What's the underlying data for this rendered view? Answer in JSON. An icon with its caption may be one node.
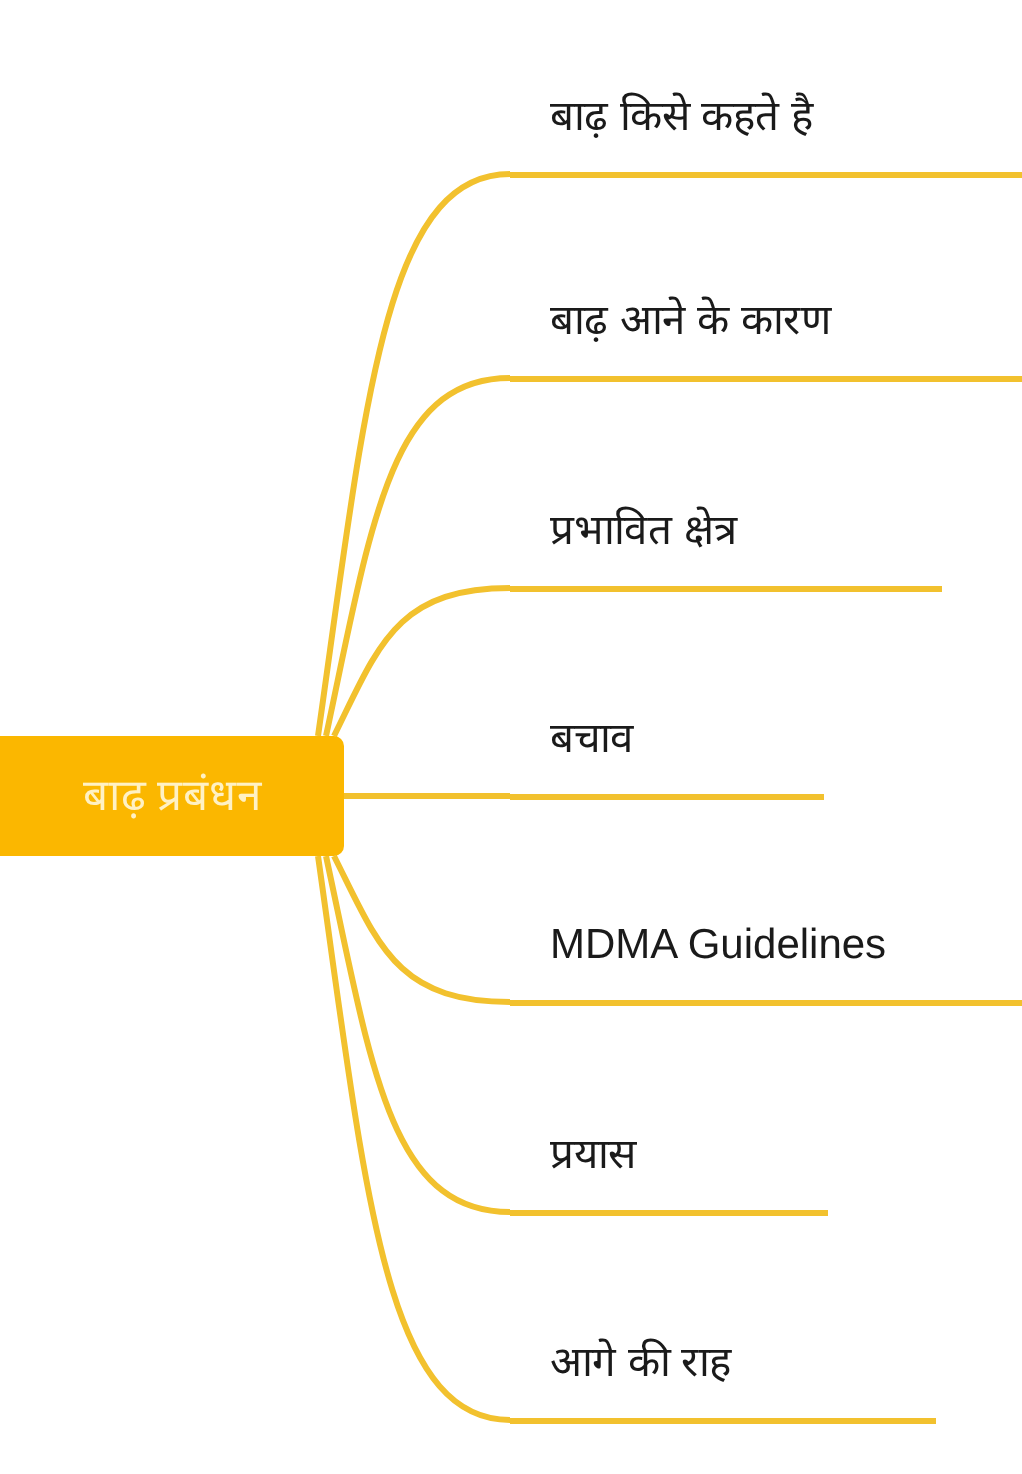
{
  "diagram": {
    "nodes": [
      {
        "text": [
          "बाढ़ प्रबंधन"
        ]
      },
      {
        "text": [
          "बाढ़ किसे कहते है"
        ]
      },
      {
        "text": [
          "बाढ़ आने के कारण"
        ]
      },
      {
        "text": [
          "प्रभावित क्षेत्र"
        ]
      },
      {
        "text": [
          "बचाव"
        ]
      },
      {
        "text": [
          "MDMA Guidelines"
        ]
      },
      {
        "text": [
          "प्रयास"
        ]
      },
      {
        "text": [
          "आगे की राह"
        ]
      }
    ],
    "edges": [
      {
        "from": 0,
        "to": 1,
        "arrow": "none"
      },
      {
        "from": 0,
        "to": 2,
        "arrow": "none"
      },
      {
        "from": 0,
        "to": 3,
        "arrow": "none"
      },
      {
        "from": 0,
        "to": 4,
        "arrow": "none"
      },
      {
        "from": 0,
        "to": 5,
        "arrow": "none"
      },
      {
        "from": 0,
        "to": 6,
        "arrow": "none"
      },
      {
        "from": 0,
        "to": 7,
        "arrow": "none"
      }
    ]
  }
}
